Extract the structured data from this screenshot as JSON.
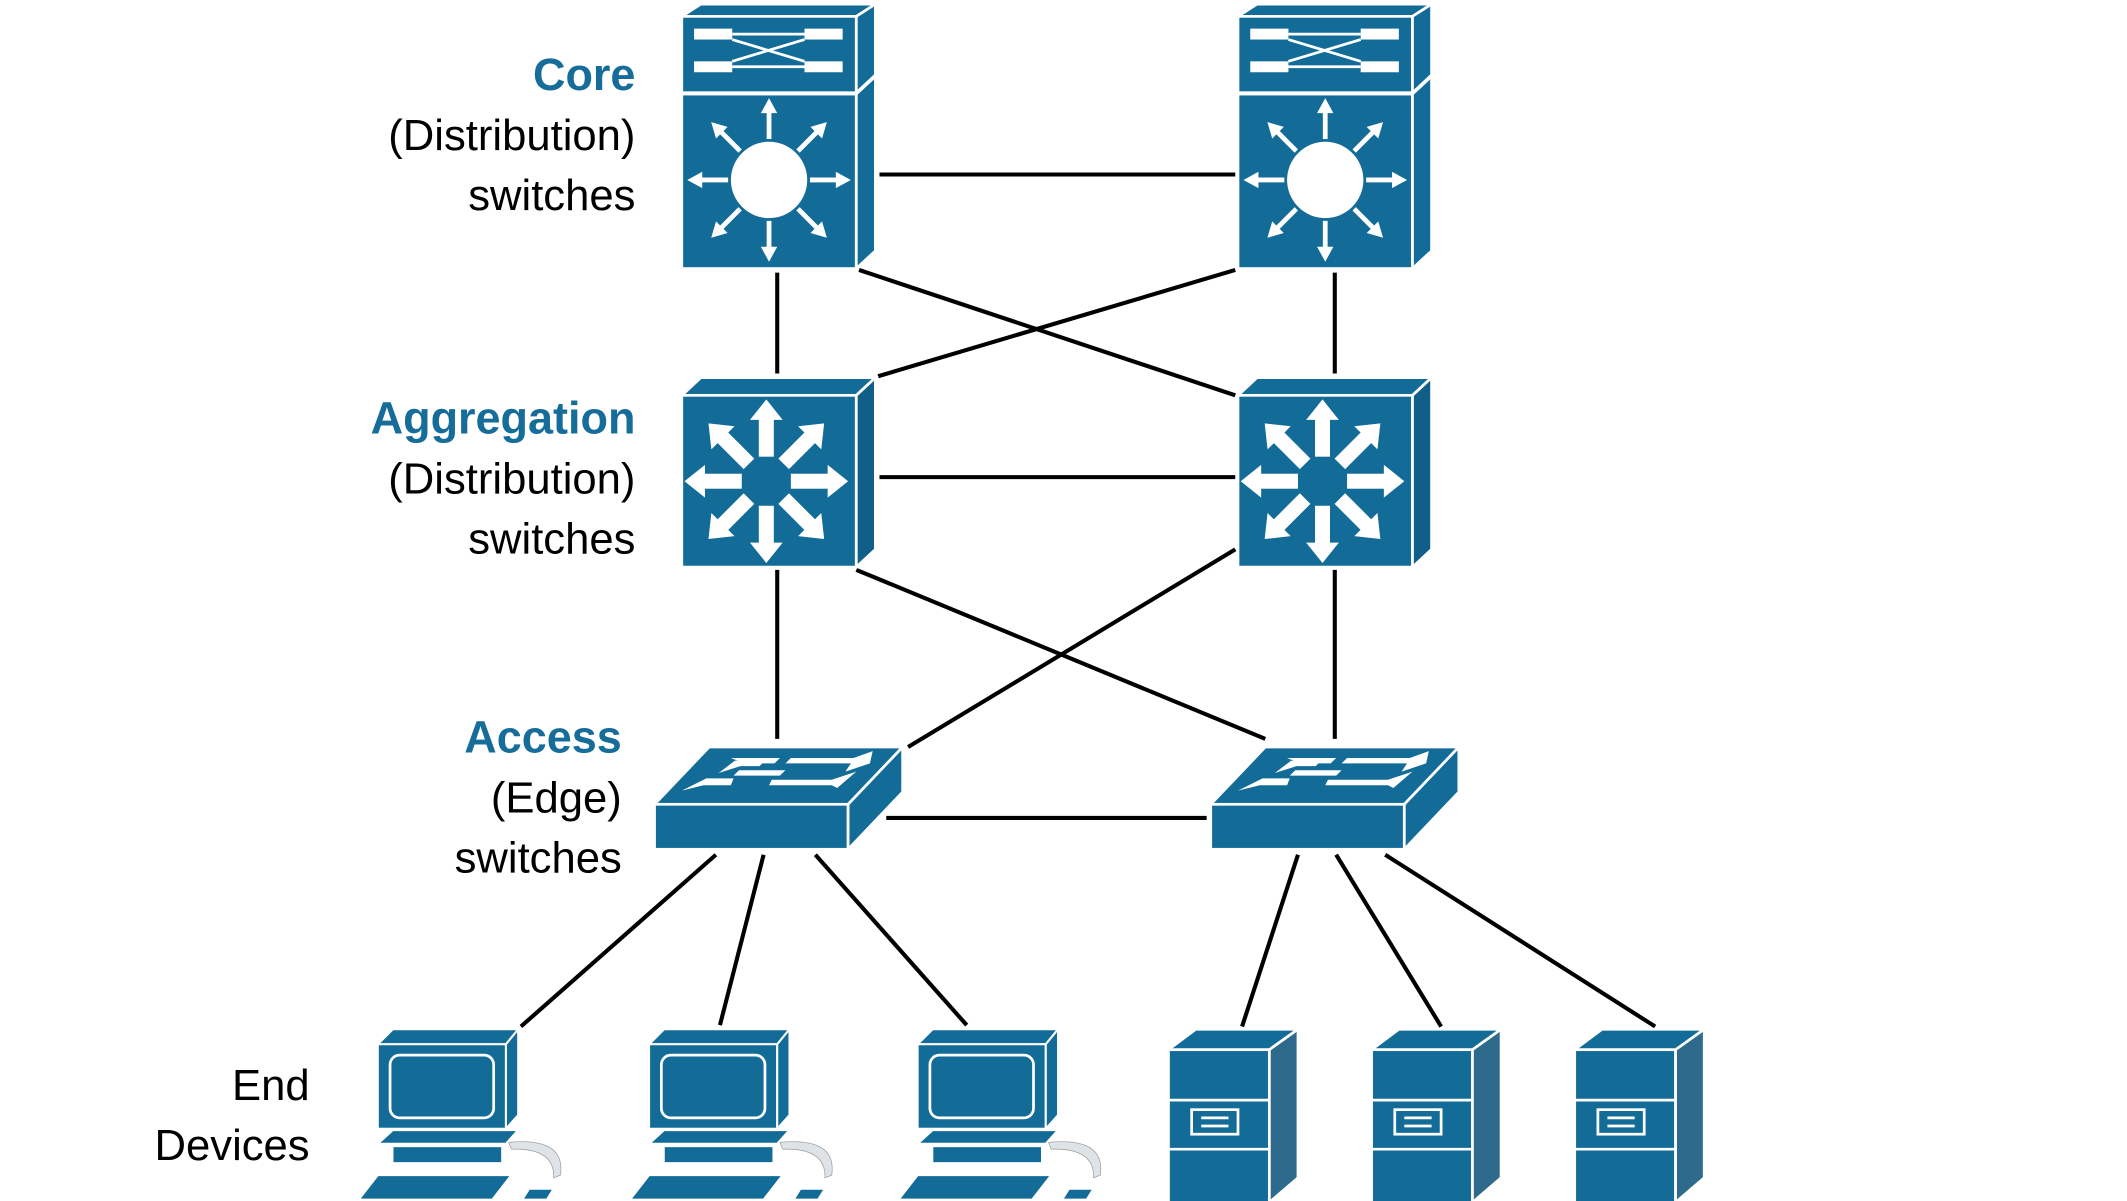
{
  "colors": {
    "device_fill": "#136b98",
    "device_side": "#0f5f88",
    "server_side": "#2e6a8c",
    "tier_title": "#176d99",
    "link": "#000000"
  },
  "tiers": {
    "core": {
      "title": "Core",
      "line1": "(Distribution)",
      "line2": "switches",
      "icon": "multilayer-core-switch-icon"
    },
    "aggregation": {
      "title": "Aggregation",
      "line1": "(Distribution)",
      "line2": "switches",
      "icon": "layer3-switch-icon"
    },
    "access": {
      "title": "Access",
      "line1": "(Edge)",
      "line2": "switches",
      "icon": "workgroup-switch-icon"
    },
    "end_devices": {
      "line1": "End",
      "line2": "Devices",
      "icons": [
        "pc-icon",
        "server-icon"
      ]
    }
  }
}
